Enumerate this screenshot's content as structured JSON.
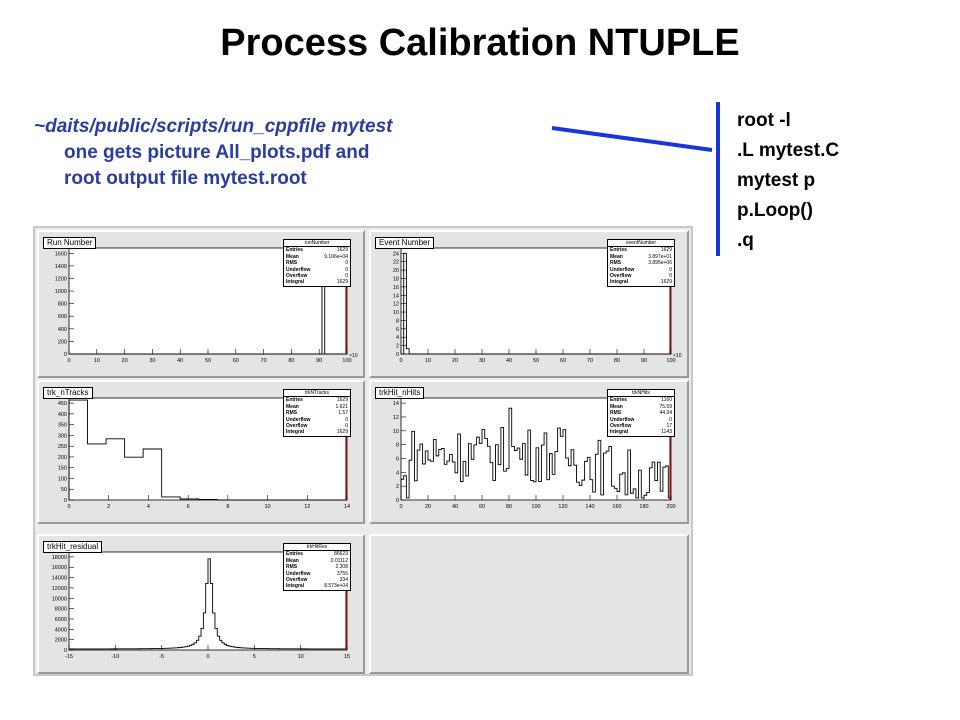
{
  "title": "Process Calibration NTUPLE",
  "command": {
    "line1": "~daits/public/scripts/run_cppfile mytest",
    "line2": "one gets picture All_plots.pdf and",
    "line3": "root output file mytest.root"
  },
  "root_commands": [
    "root -l",
    ".L mytest.C",
    "mytest p",
    "p.Loop()",
    ".q"
  ],
  "colors": {
    "text_blue": "#2a3d9e",
    "arrow_blue": "#1a35d8",
    "hist_red": "#b00000"
  },
  "plots": [
    {
      "title": "Run Number",
      "stat_name": "runNumber",
      "stats": [
        [
          "Entries",
          "1629"
        ],
        [
          "Mean",
          "9.106e+04"
        ],
        [
          "RMS",
          "0"
        ],
        [
          "Underflow",
          "0"
        ],
        [
          "Overflow",
          "0"
        ],
        [
          "Integral",
          "1629"
        ]
      ],
      "x_ticks": [
        "0",
        "10",
        "20",
        "30",
        "40",
        "50",
        "60",
        "70",
        "80",
        "90",
        "100"
      ],
      "x_exp": "×10",
      "y_ticks": [
        "0",
        "200",
        "400",
        "600",
        "800",
        "1000",
        "1200",
        "1400",
        "1600"
      ]
    },
    {
      "title": "Event Number",
      "stat_name": "eventNumber",
      "stats": [
        [
          "Entries",
          "1629"
        ],
        [
          "Mean",
          "3.897e+01"
        ],
        [
          "RMS",
          "3.895e+06"
        ],
        [
          "Underflow",
          "0"
        ],
        [
          "Overflow",
          "0"
        ],
        [
          "Integral",
          "1629"
        ]
      ],
      "x_ticks": [
        "0",
        "10",
        "20",
        "30",
        "40",
        "50",
        "60",
        "70",
        "80",
        "90",
        "100"
      ],
      "x_exp": "×10",
      "y_ticks": [
        "0",
        "2",
        "4",
        "6",
        "8",
        "10",
        "12",
        "14",
        "16",
        "18",
        "20",
        "22",
        "24"
      ]
    },
    {
      "title": "trk_nTracks",
      "stat_name": "trkNTracks",
      "stats": [
        [
          "Entries",
          "1629"
        ],
        [
          "Mean",
          "1.621"
        ],
        [
          "RMS",
          "1.57"
        ],
        [
          "Underflow",
          "0"
        ],
        [
          "Overflow",
          "0"
        ],
        [
          "Integral",
          "1629"
        ]
      ],
      "x_ticks": [
        "0",
        "2",
        "4",
        "6",
        "8",
        "10",
        "12",
        "14"
      ],
      "x_exp": "",
      "y_ticks": [
        "0",
        "50",
        "100",
        "150",
        "200",
        "250",
        "300",
        "350",
        "400",
        "450"
      ]
    },
    {
      "title": "trkHit_nHits",
      "stat_name": "trkNHits",
      "stats": [
        [
          "Entries",
          "1160"
        ],
        [
          "Mean",
          "75.59"
        ],
        [
          "RMS",
          "44.34"
        ],
        [
          "Underflow",
          "0"
        ],
        [
          "Overflow",
          "17"
        ],
        [
          "Integral",
          "1143"
        ]
      ],
      "x_ticks": [
        "0",
        "20",
        "40",
        "60",
        "80",
        "100",
        "120",
        "140",
        "160",
        "180",
        "200"
      ],
      "x_exp": "",
      "y_ticks": [
        "0",
        "2",
        "4",
        "6",
        "8",
        "10",
        "12",
        "14"
      ]
    },
    {
      "title": "trkHit_residual",
      "stat_name": "trkHitRes",
      "stats": [
        [
          "Entries",
          "86623"
        ],
        [
          "Mean",
          "0.01112"
        ],
        [
          "RMS",
          "2.308"
        ],
        [
          "Underflow",
          "3755"
        ],
        [
          "Overflow",
          "334"
        ],
        [
          "Integral",
          "8.573e+04"
        ]
      ],
      "x_ticks": [
        "-15",
        "-10",
        "-5",
        "0",
        "5",
        "10",
        "15"
      ],
      "x_exp": "",
      "y_ticks": [
        "0",
        "2000",
        "4000",
        "6000",
        "8000",
        "10000",
        "12000",
        "14000",
        "16000",
        "18000"
      ]
    }
  ]
}
